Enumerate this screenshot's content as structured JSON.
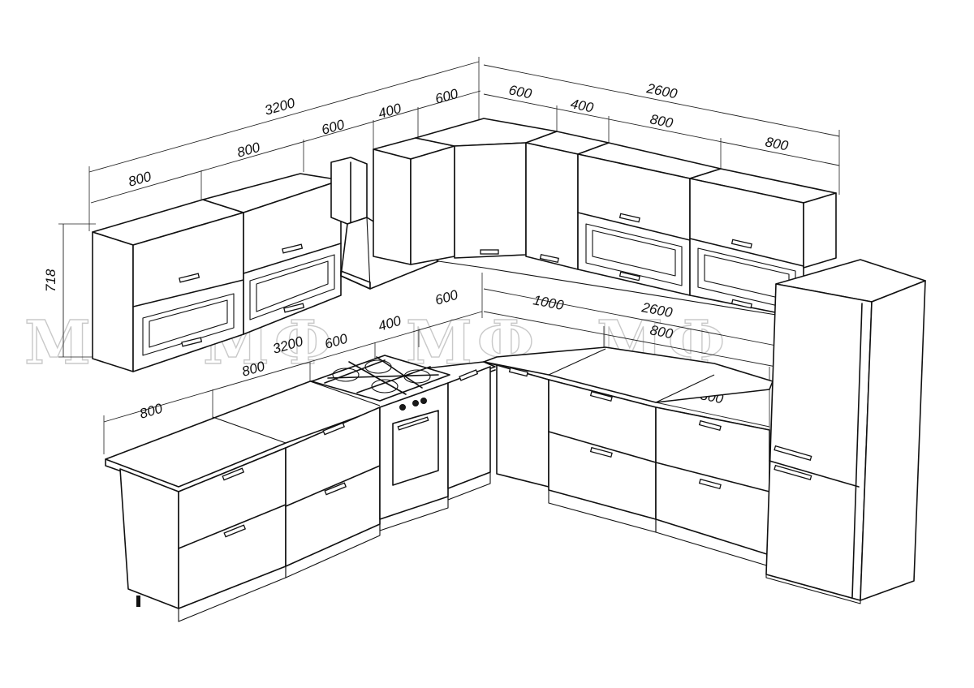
{
  "watermark": {
    "text": "МФ"
  },
  "upper_dimensions": {
    "left_total": "3200",
    "left_segments": [
      "800",
      "800",
      "600",
      "400",
      "600"
    ],
    "right_total": "2600",
    "right_segments": [
      "600",
      "400",
      "800",
      "800"
    ],
    "height": "718"
  },
  "lower_dimensions": {
    "left_total": "3200",
    "left_segments": [
      "800",
      "800",
      "600",
      "400",
      "600"
    ],
    "right_total": "2600",
    "right_segments": [
      "1000",
      "800",
      "800"
    ]
  }
}
